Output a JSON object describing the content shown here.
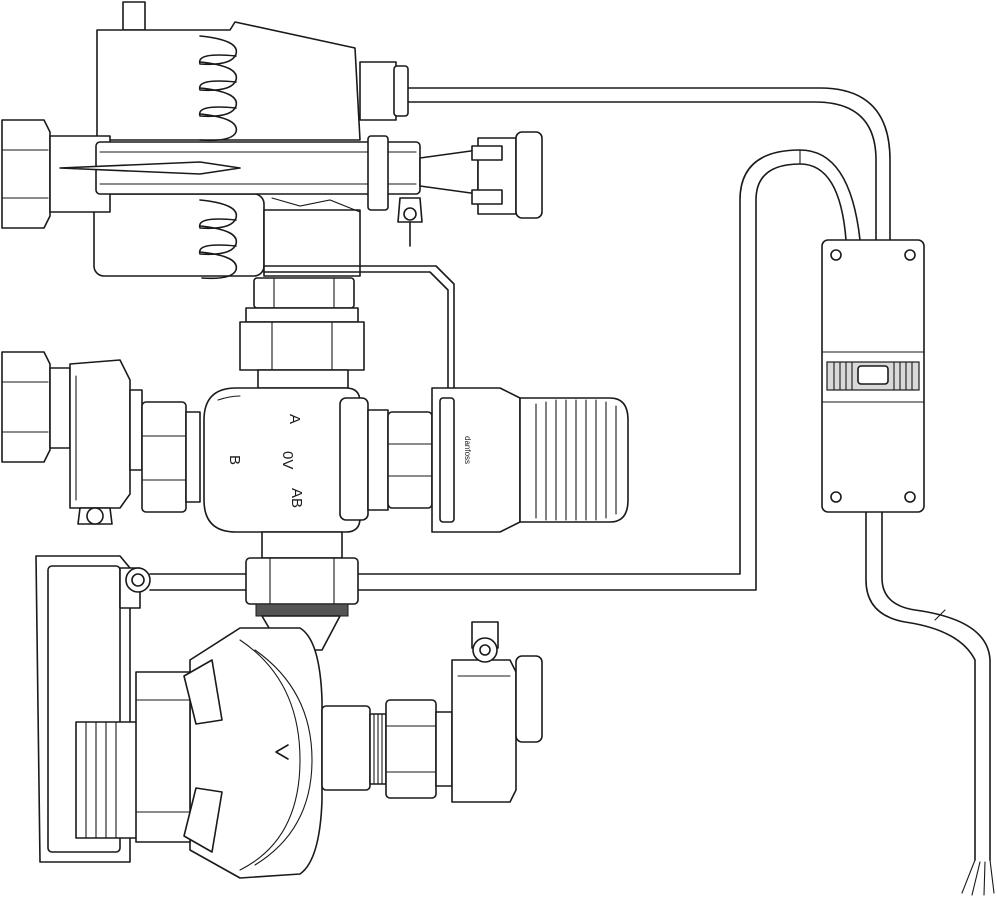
{
  "diagram": {
    "valve_labels": {
      "port_a": "A",
      "port_b": "B",
      "port_ab": "AB",
      "center": "0V"
    },
    "thermostat_brand": "danfoss"
  }
}
